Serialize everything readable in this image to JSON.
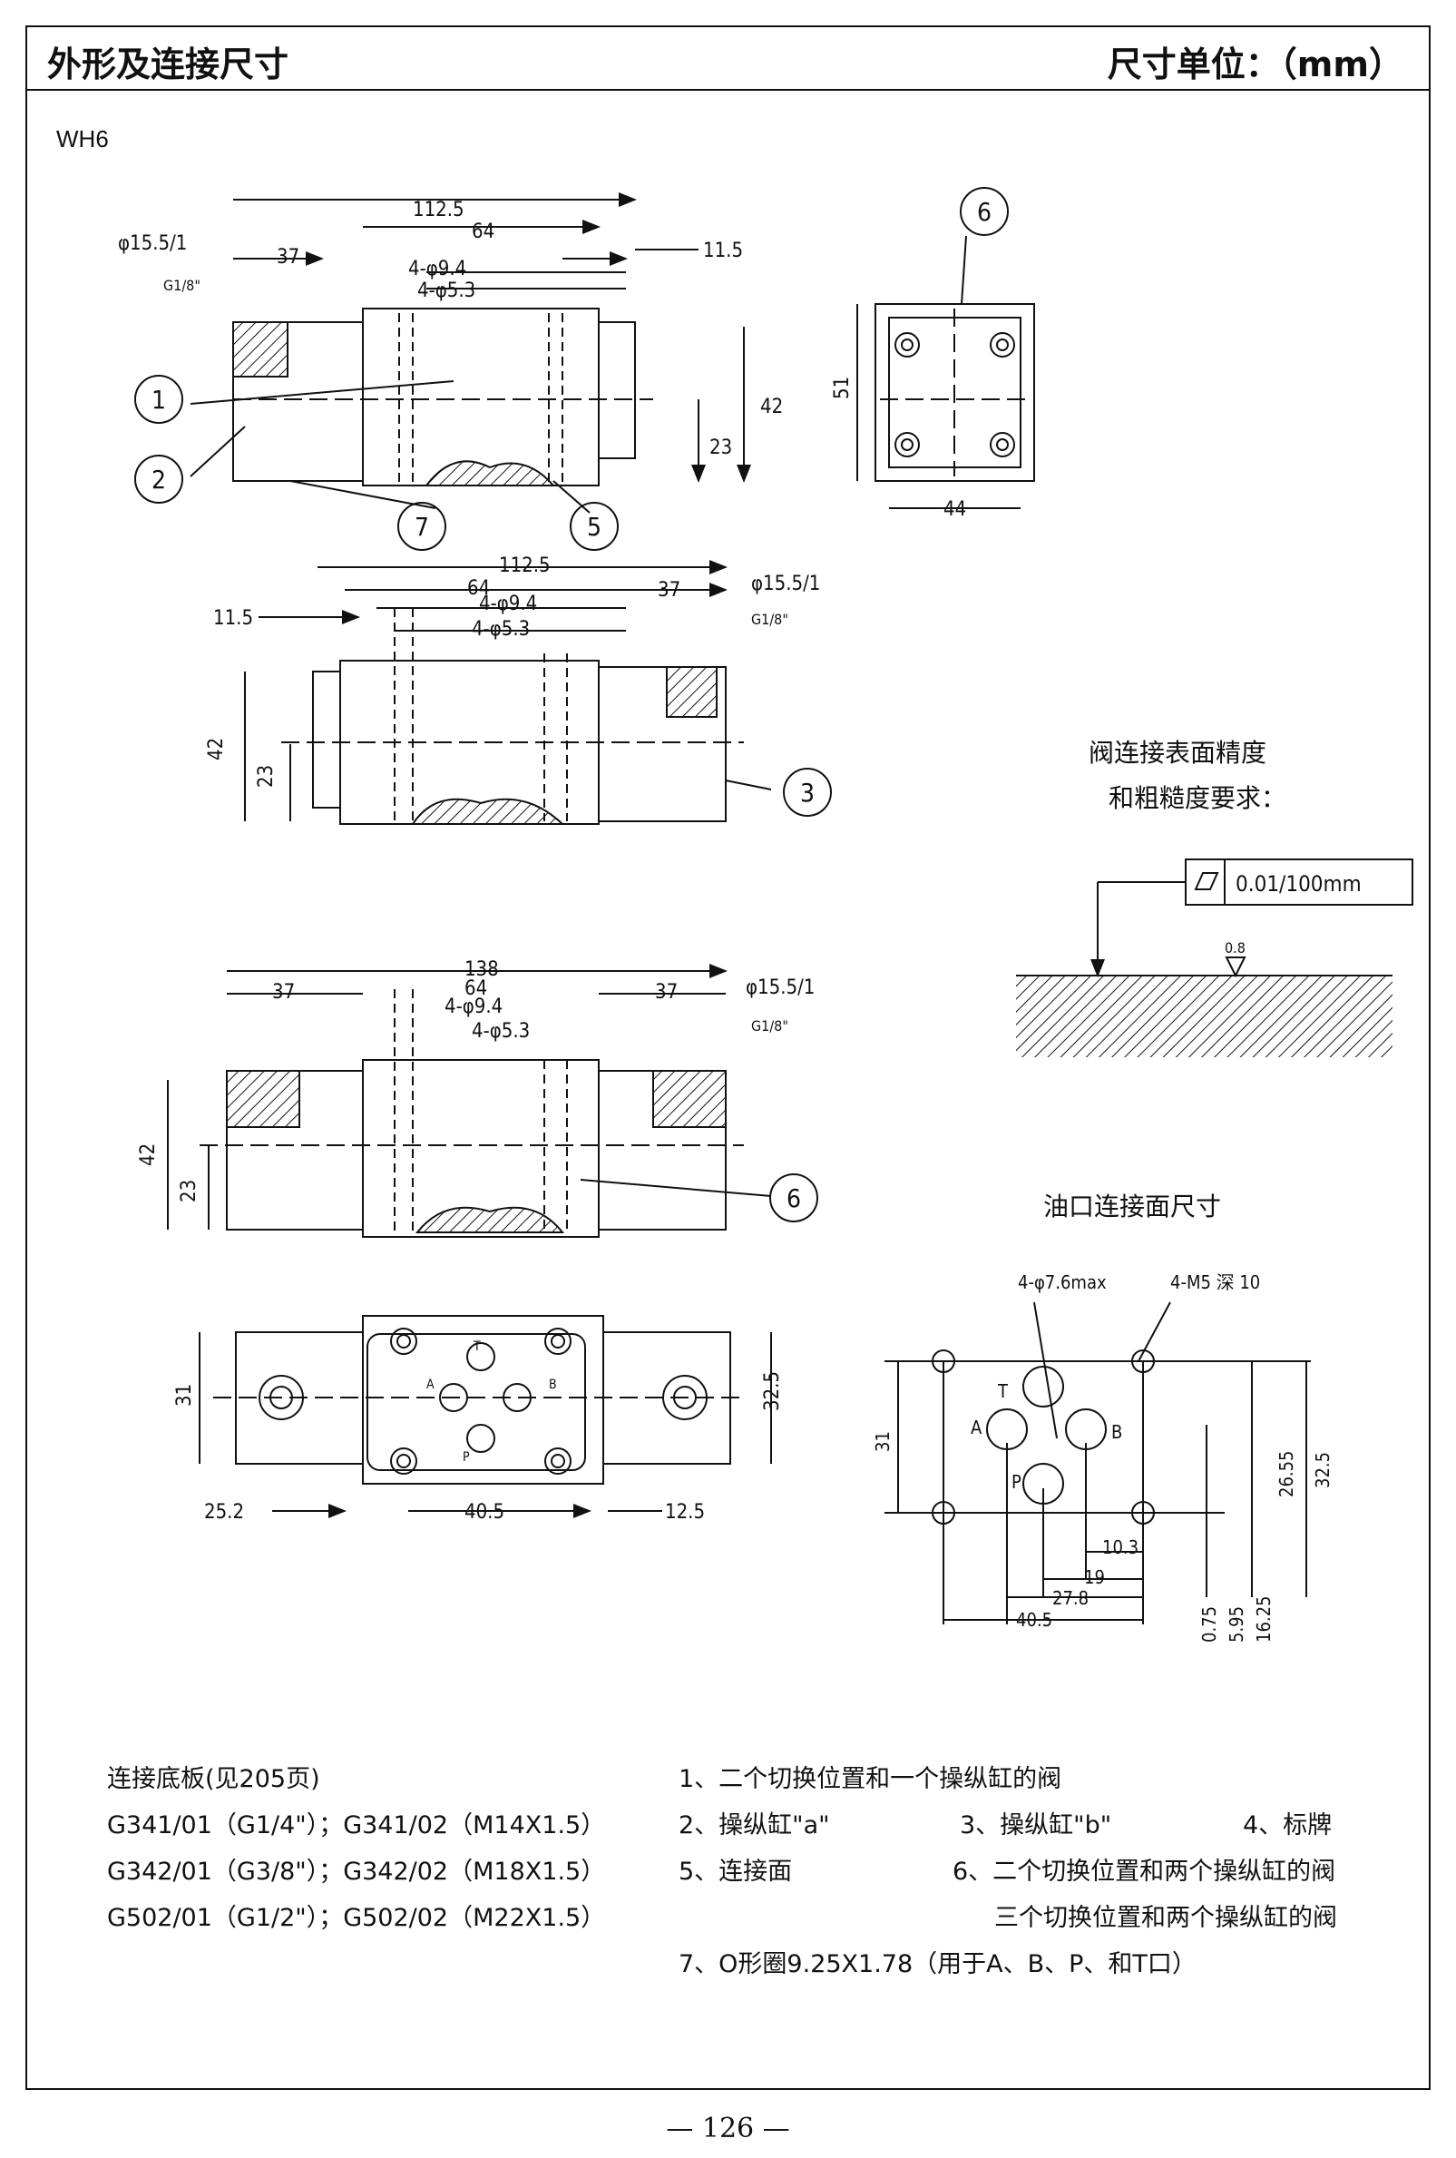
{
  "header": {
    "title": "外形及连接尺寸",
    "unit": "尺寸单位：（mm）"
  },
  "model": "WH6",
  "captions": {
    "surface_title_1": "阀连接表面精度",
    "surface_title_2": "和粗糙度要求：",
    "flatness": "0.01/100mm",
    "roughness": "0.8",
    "port_face_title": "油口连接面尺寸"
  },
  "dims": {
    "d112_5": "112.5",
    "d64": "64",
    "d37": "37",
    "d11_5": "11.5",
    "d4_9_4": "4-φ9.4",
    "d4_5_3": "4-φ5.3",
    "phi15": "φ15.5/1",
    "g18": "G1/8\"",
    "d42": "42",
    "d23": "23",
    "d51": "51",
    "d44": "44",
    "d138": "138",
    "d31": "31",
    "d32_5": "32.5",
    "d25_2": "25.2",
    "d40_5": "40.5",
    "d12_5": "12.5",
    "d4_7_6": "4-φ7.6max",
    "d4_m5": "4-M5  深  10",
    "d26_55": "26.55",
    "d10_3": "10.3",
    "d19": "19",
    "d27_8": "27.8",
    "d0_75": "0.75",
    "d5_95": "5.95",
    "d16_25": "16.25",
    "pT": "T",
    "pA": "A",
    "pB": "B",
    "pP": "P",
    "c1": "1",
    "c2": "2",
    "c3": "3",
    "c5": "5",
    "c6": "6",
    "c7": "7"
  },
  "legend_left": {
    "title": "连接底板(见205页)",
    "lines": [
      "G341/01（G1/4\"）；G341/02（M14X1.5）",
      "G342/01（G3/8\"）；G342/02（M18X1.5）",
      "G502/01（G1/2\"）；G502/02（M22X1.5）"
    ]
  },
  "legend_right": {
    "item1": "1、二个切换位置和一个操纵缸的阀",
    "item2": "2、操纵缸\"a\"",
    "item3": "3、操纵缸\"b\"",
    "item4": "4、标牌",
    "item5": "5、连接面",
    "item6": "6、二个切换位置和两个操纵缸的阀",
    "item6b": "三个切换位置和两个操纵缸的阀",
    "item7": "7、O形圈9.25X1.78（用于A、B、P、和T口）"
  },
  "page_number": "— 126 —"
}
